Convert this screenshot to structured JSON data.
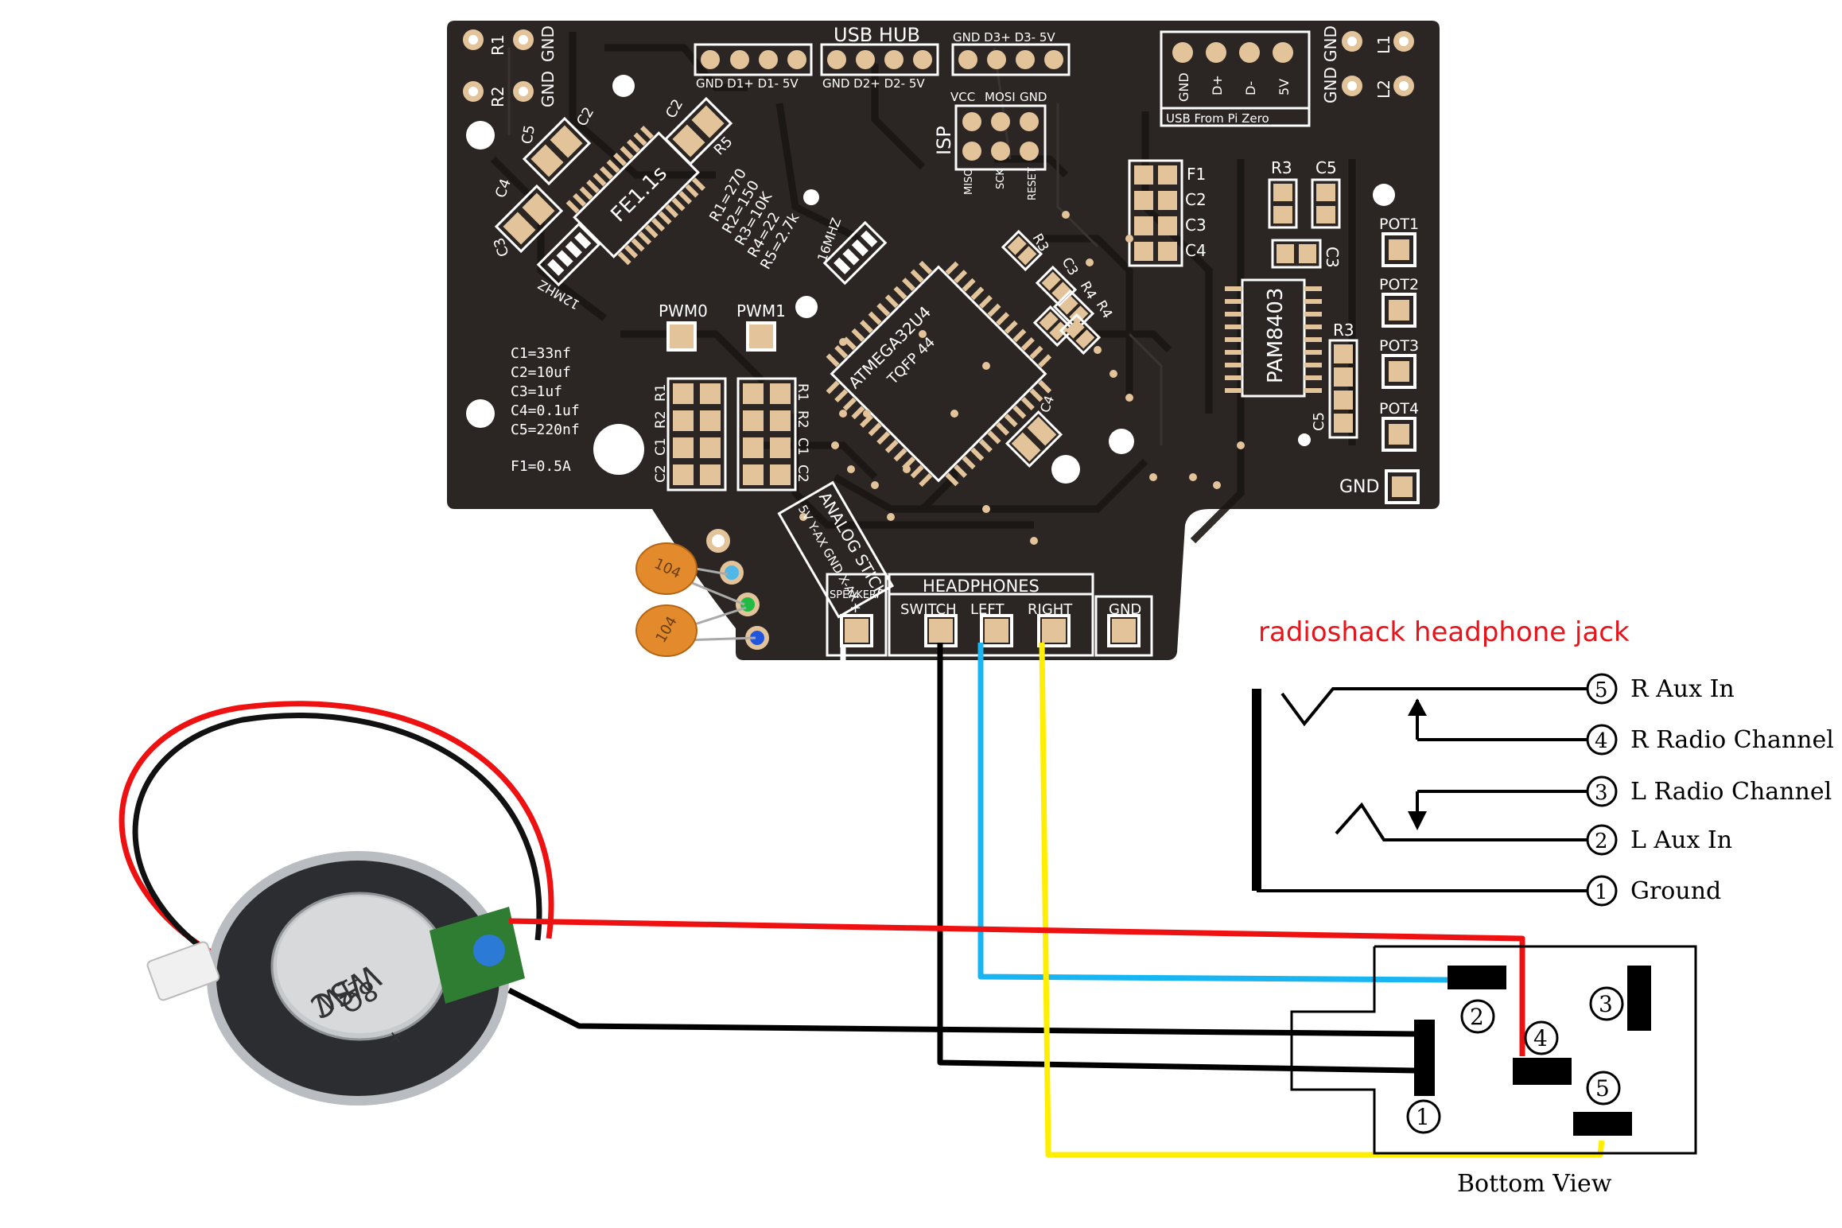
{
  "pcb": {
    "left_header": {
      "r1": "R1",
      "gnd1": "GND",
      "r2": "R2",
      "gnd2": "GND"
    },
    "right_header": {
      "gnd1": "GND",
      "l1": "L1",
      "gnd2": "GND",
      "l2": "L2"
    },
    "usb_hub_title": "USB HUB",
    "usb_left_pins": "GND D1+ D1- 5V",
    "usb_mid_pins": "GND D2+ D2- 5V",
    "usb_right_pins": "GND D3+ D3- 5V",
    "pi_pins": [
      "GND",
      "D+",
      "D-",
      "5V"
    ],
    "pi_label": "USB From Pi Zero",
    "isp": {
      "title": "ISP",
      "vcc": "VCC",
      "mosi": "MOSI",
      "gnd": "GND",
      "miso": "MISO",
      "sck": "SCK",
      "reset": "RESET"
    },
    "fe11s": "FE1.1s",
    "crystal_12": "12MHZ",
    "crystal_16": "16MHZ",
    "resistor_values": [
      "R1=270",
      "R2=150",
      "R3=10K",
      "R4=22",
      "R5=2.7k"
    ],
    "cap_values": [
      "C1=33nf",
      "C2=10uf",
      "C3=1uf",
      "C4=0.1uf",
      "C5=220nf",
      "F1=0.5A"
    ],
    "pwm0": "PWM0",
    "pwm1": "PWM1",
    "mcu_line1": "ATMEGA32U4",
    "mcu_line2": "TQFP 44",
    "pam": "PAM8403",
    "pots": [
      "POT1",
      "POT2",
      "POT3",
      "POT4"
    ],
    "gnd_pad": "GND",
    "f1_labels": [
      "F1",
      "C2",
      "C3",
      "C4"
    ],
    "right_r3": "R3",
    "right_c5": "C5",
    "right_c3": "C3",
    "pam_r3": "R3",
    "pam_c5": "C5",
    "analog_stick": {
      "title": "ANALOG STICK",
      "pins": "5V Y-AX GND X-AX"
    },
    "headphones_title": "HEADPHONES",
    "speaker": "SPEAKER",
    "speaker_plus": "+",
    "switch": "SWITCH",
    "left": "LEFT",
    "right": "RIGHT",
    "gnd": "GND",
    "r_labels": [
      "R1",
      "R2",
      "C1",
      "C2"
    ],
    "cap_code": "104",
    "small_labels": {
      "c5": "C5",
      "c2a": "C2",
      "c2b": "C2",
      "r5": "R5",
      "c4": "C4",
      "c3": "C3",
      "r3": "R3",
      "c3b": "C3",
      "r4a": "R4",
      "r4b": "R4",
      "c4b": "C4"
    }
  },
  "speaker_part": {
    "text_line1": "8Ω",
    "text_line2": "WSC",
    "text_line3": "1W",
    "plus": "+",
    "minus": "−"
  },
  "jack": {
    "title": "radioshack headphone jack",
    "title_color": "#e8141b",
    "pins": [
      {
        "num": "5",
        "label": "R Aux In"
      },
      {
        "num": "4",
        "label": "R Radio Channel"
      },
      {
        "num": "3",
        "label": "L Radio Channel"
      },
      {
        "num": "2",
        "label": "L Aux In"
      },
      {
        "num": "1",
        "label": "Ground"
      }
    ],
    "bottom_labels": [
      "2",
      "3",
      "4",
      "5",
      "1"
    ],
    "bottom_view": "Bottom View"
  },
  "colors": {
    "board": "#2b2623",
    "pad": "#e3c49a",
    "wire_red": "#ee1111",
    "wire_blue": "#19b5f2",
    "wire_yellow": "#ffee00",
    "wire_black": "#000000"
  }
}
